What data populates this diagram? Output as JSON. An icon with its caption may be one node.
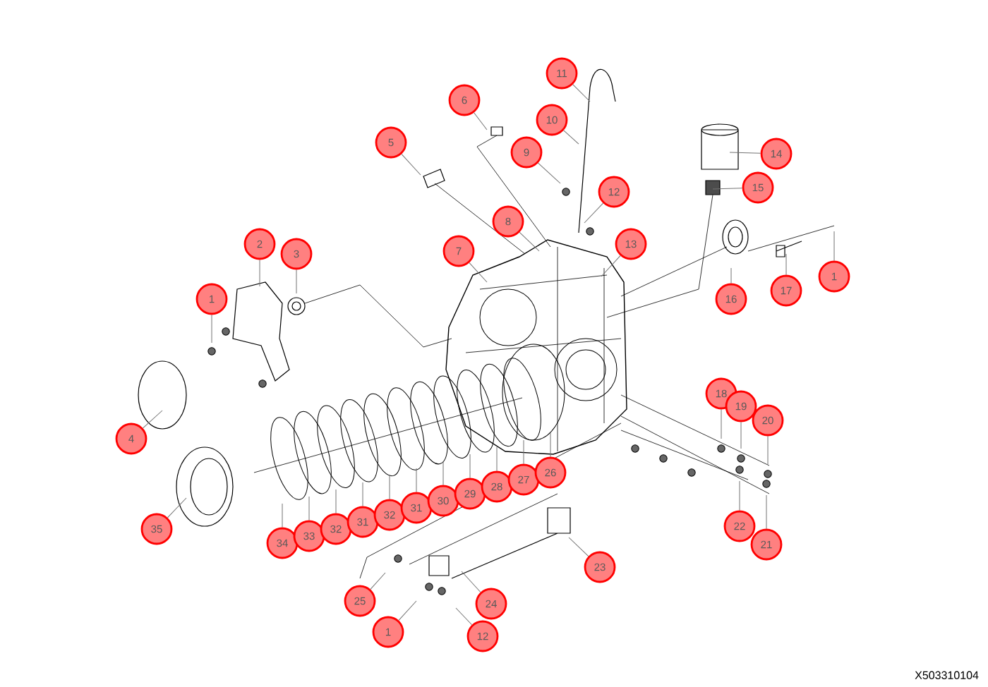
{
  "diagram": {
    "nodes": [
      {
        "text": [
          "1"
        ]
      },
      {
        "text": [
          "2"
        ]
      },
      {
        "text": [
          "3"
        ]
      },
      {
        "text": [
          "4"
        ]
      },
      {
        "text": [
          "5"
        ]
      },
      {
        "text": [
          "6"
        ]
      },
      {
        "text": [
          "7"
        ]
      },
      {
        "text": [
          "8"
        ]
      },
      {
        "text": [
          "9"
        ]
      },
      {
        "text": [
          "10"
        ]
      },
      {
        "text": [
          "11"
        ]
      },
      {
        "text": [
          "12"
        ]
      },
      {
        "text": [
          "13"
        ]
      },
      {
        "text": [
          "14"
        ]
      },
      {
        "text": [
          "15"
        ]
      },
      {
        "text": [
          "16"
        ]
      },
      {
        "text": [
          "17"
        ]
      },
      {
        "text": [
          "1"
        ]
      },
      {
        "text": [
          "18"
        ]
      },
      {
        "text": [
          "19"
        ]
      },
      {
        "text": [
          "20"
        ]
      },
      {
        "text": [
          "22"
        ]
      },
      {
        "text": [
          "21"
        ]
      },
      {
        "text": [
          "23"
        ]
      },
      {
        "text": [
          "25"
        ]
      },
      {
        "text": [
          "1"
        ]
      },
      {
        "text": [
          "24"
        ]
      },
      {
        "text": [
          "12"
        ]
      },
      {
        "text": [
          "34"
        ]
      },
      {
        "text": [
          "33"
        ]
      },
      {
        "text": [
          "32"
        ]
      },
      {
        "text": [
          "31"
        ]
      },
      {
        "text": [
          "32"
        ]
      },
      {
        "text": [
          "31"
        ]
      },
      {
        "text": [
          "30"
        ]
      },
      {
        "text": [
          "29"
        ]
      },
      {
        "text": [
          "28"
        ]
      },
      {
        "text": [
          "27"
        ]
      },
      {
        "text": [
          "26"
        ]
      },
      {
        "text": [
          "35"
        ]
      }
    ],
    "edges": [
      {
        "from": 0,
        "to": null,
        "arrow": "none"
      },
      {
        "from": 1,
        "to": null,
        "arrow": "none"
      },
      {
        "from": 2,
        "to": null,
        "arrow": "none"
      },
      {
        "from": 3,
        "to": null,
        "arrow": "none"
      },
      {
        "from": 4,
        "to": null,
        "arrow": "none"
      },
      {
        "from": 5,
        "to": null,
        "arrow": "none"
      },
      {
        "from": 6,
        "to": null,
        "arrow": "none"
      },
      {
        "from": 7,
        "to": null,
        "arrow": "none"
      },
      {
        "from": 8,
        "to": null,
        "arrow": "none"
      },
      {
        "from": 9,
        "to": null,
        "arrow": "none"
      },
      {
        "from": 10,
        "to": null,
        "arrow": "none"
      },
      {
        "from": 11,
        "to": null,
        "arrow": "none"
      },
      {
        "from": 12,
        "to": null,
        "arrow": "none"
      },
      {
        "from": 13,
        "to": null,
        "arrow": "none"
      },
      {
        "from": 14,
        "to": null,
        "arrow": "none"
      },
      {
        "from": 15,
        "to": null,
        "arrow": "none"
      },
      {
        "from": 16,
        "to": null,
        "arrow": "none"
      },
      {
        "from": 17,
        "to": null,
        "arrow": "none"
      },
      {
        "from": 18,
        "to": null,
        "arrow": "none"
      },
      {
        "from": 19,
        "to": null,
        "arrow": "none"
      },
      {
        "from": 20,
        "to": null,
        "arrow": "none"
      },
      {
        "from": 21,
        "to": null,
        "arrow": "none"
      },
      {
        "from": 22,
        "to": null,
        "arrow": "none"
      },
      {
        "from": 23,
        "to": null,
        "arrow": "none"
      },
      {
        "from": 24,
        "to": null,
        "arrow": "none"
      },
      {
        "from": 25,
        "to": null,
        "arrow": "none"
      },
      {
        "from": 26,
        "to": null,
        "arrow": "none"
      },
      {
        "from": 27,
        "to": null,
        "arrow": "none"
      },
      {
        "from": 28,
        "to": null,
        "arrow": "none"
      },
      {
        "from": 29,
        "to": null,
        "arrow": "none"
      },
      {
        "from": 30,
        "to": null,
        "arrow": "none"
      },
      {
        "from": 31,
        "to": null,
        "arrow": "none"
      },
      {
        "from": 32,
        "to": null,
        "arrow": "none"
      },
      {
        "from": 33,
        "to": null,
        "arrow": "none"
      },
      {
        "from": 34,
        "to": null,
        "arrow": "none"
      },
      {
        "from": 35,
        "to": null,
        "arrow": "none"
      },
      {
        "from": 36,
        "to": null,
        "arrow": "none"
      },
      {
        "from": 37,
        "to": null,
        "arrow": "none"
      },
      {
        "from": 38,
        "to": null,
        "arrow": "none"
      },
      {
        "from": 39,
        "to": null,
        "arrow": "none"
      }
    ],
    "labels": [
      "X503310104"
    ]
  }
}
